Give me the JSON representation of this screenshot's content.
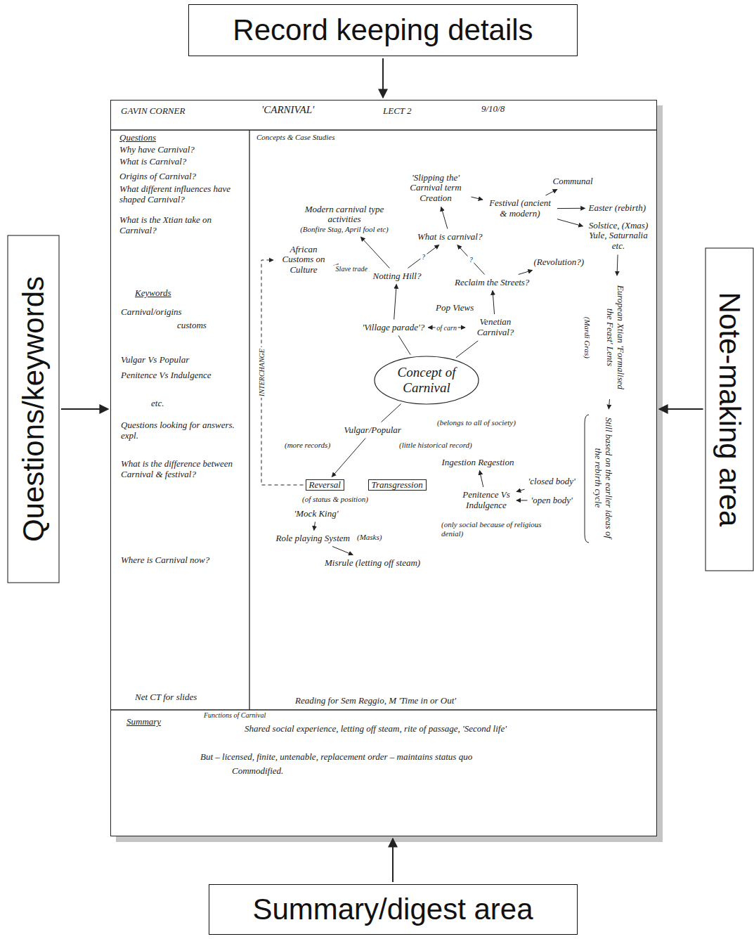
{
  "diagram": {
    "nodes": [
      {
        "text": [
          "Record keeping details"
        ]
      },
      {
        "text": [
          "GAVIN CORNER",
          "'CARNIVAL'",
          "LECT 2",
          "9/10/8"
        ]
      },
      {
        "text": [
          "Questions/keywords"
        ]
      },
      {
        "text": [
          "Note-making area"
        ]
      },
      {
        "text": [
          "Summary/digest area"
        ]
      },
      {
        "text": [
          "'Slipping the' Carnival term Creation"
        ],
        "in": 1
      },
      {
        "text": [
          "Communal"
        ],
        "in": 1
      },
      {
        "text": [
          "Festival (ancient & modern)"
        ],
        "in": 1
      },
      {
        "text": [
          "Easter (rebirth)"
        ],
        "in": 1
      },
      {
        "text": [
          "Solstice, (Xmas) Yule, Saturnalia etc."
        ],
        "in": 1
      },
      {
        "text": [
          "Modern carnival type activities",
          "(Bonfire Stag, April fool etc)"
        ],
        "in": 1
      },
      {
        "text": [
          "What is carnival?"
        ],
        "in": 1
      },
      {
        "text": [
          "African Customs on Culture"
        ],
        "in": 1
      },
      {
        "text": [
          "Notting Hill?"
        ],
        "in": 1
      },
      {
        "text": [
          "Reclaim the Streets?"
        ],
        "in": 1
      },
      {
        "text": [
          "(Revolution?)"
        ],
        "in": 1
      },
      {
        "text": [
          "'Village parade'?"
        ],
        "in": 1
      },
      {
        "text": [
          "Venetian Carnival?"
        ],
        "in": 1
      },
      {
        "text": [
          "Concept of Carnival"
        ],
        "in": 1
      },
      {
        "text": [
          "European Xtian 'Formalised the Feast' Lents"
        ],
        "in": 1
      },
      {
        "text": [
          "Vulgar/Popular"
        ],
        "in": 1
      },
      {
        "text": [
          "Reversal"
        ],
        "in": 1
      },
      {
        "text": [
          "Transgression"
        ],
        "in": 1
      },
      {
        "text": [
          "'Mock King'"
        ],
        "in": 1
      },
      {
        "text": [
          "Role playing System"
        ],
        "in": 1
      },
      {
        "text": [
          "Misrule (letting off steam)"
        ],
        "in": 1
      },
      {
        "text": [
          "Ingestion Regestion"
        ],
        "in": 1
      },
      {
        "text": [
          "Penitence Vs Indulgence"
        ],
        "in": 1
      },
      {
        "text": [
          "'closed body'"
        ],
        "in": 1
      },
      {
        "text": [
          "'open body'"
        ],
        "in": 1
      },
      {
        "text": [
          "Still based on the earlier ideas of the rebirth cycle"
        ],
        "in": 1
      }
    ],
    "edges": [
      {
        "from": 0,
        "to": 1,
        "arrow": "to"
      },
      {
        "from": 2,
        "to": 1,
        "arrow": "to"
      },
      {
        "from": 3,
        "to": 1,
        "arrow": "to"
      },
      {
        "from": 4,
        "to": 1,
        "arrow": "to"
      },
      {
        "from": 18,
        "to": 16,
        "arrow": "none"
      },
      {
        "from": 18,
        "to": 17,
        "arrow": "none"
      },
      {
        "from": 16,
        "to": 17,
        "label": "of carn",
        "arrow": "both"
      },
      {
        "from": 16,
        "to": 13,
        "arrow": "to"
      },
      {
        "from": 17,
        "to": 14,
        "arrow": "to"
      },
      {
        "from": 13,
        "to": 12,
        "label": "Slave trade",
        "arrow": "to"
      },
      {
        "from": 13,
        "to": 10,
        "arrow": "to"
      },
      {
        "from": 13,
        "to": 11,
        "label": "?",
        "arrow": "to"
      },
      {
        "from": 14,
        "to": 11,
        "label": "?",
        "arrow": "to"
      },
      {
        "from": 14,
        "to": 15,
        "arrow": "to"
      },
      {
        "from": 11,
        "to": 5,
        "arrow": "to"
      },
      {
        "from": 5,
        "to": 7,
        "arrow": "to"
      },
      {
        "from": 7,
        "to": 6,
        "arrow": "to"
      },
      {
        "from": 7,
        "to": 8,
        "arrow": "to"
      },
      {
        "from": 7,
        "to": 9,
        "arrow": "to"
      },
      {
        "from": 9,
        "to": 19,
        "arrow": "to"
      },
      {
        "from": 19,
        "to": 30,
        "arrow": "to"
      },
      {
        "from": 18,
        "to": 20,
        "arrow": "none"
      },
      {
        "from": 20,
        "to": 21,
        "arrow": "to"
      },
      {
        "from": 21,
        "to": 12,
        "label": "INTERCHANGE",
        "arrow": "to"
      },
      {
        "from": 23,
        "to": 24,
        "arrow": "to"
      },
      {
        "from": 24,
        "to": 25,
        "arrow": "to"
      },
      {
        "from": 28,
        "to": 27,
        "arrow": "to"
      },
      {
        "from": 29,
        "to": 27,
        "arrow": "to"
      },
      {
        "from": 27,
        "to": 26,
        "arrow": "to"
      }
    ],
    "labels": [
      "Concepts & Case Studies",
      "Questions",
      "Why have Carnival?",
      "What is Carnival?",
      "Origins of Carnival?",
      "What different influences have shaped Carnival?",
      "What is the Xtian take on Carnival?",
      "Keywords",
      "Carnival/origins",
      "customs",
      "Vulgar Vs Popular",
      "Penitence Vs Indulgence",
      "etc.",
      "Questions looking for answers. expl.",
      "What is the difference between Carnival & festival?",
      "Where is Carnival now?",
      "Pop Views",
      "(more records)",
      "(little historical record)",
      "(belongs to all of society)",
      "(of status & position)",
      "(Masks)",
      "(only social because of religious denial)",
      "(Mardi Gras)",
      "Net CT for slides",
      "Reading for Sem Reggio, M 'Time in or Out'",
      "Summary",
      "Functions of Carnival",
      "Shared social experience, letting off steam, rite of passage, 'Second life'",
      "But – licensed, finite, untenable, replacement order – maintains status quo",
      "Commodified."
    ]
  }
}
